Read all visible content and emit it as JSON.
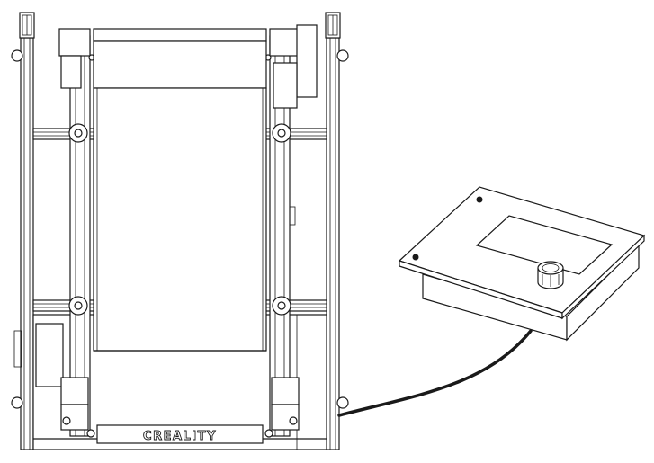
{
  "brand": {
    "logo_text": "CREALITY"
  },
  "colors": {
    "line": "#1a1a1a",
    "background": "#ffffff"
  },
  "components": {
    "printer": "printer-frame",
    "control_box": "control-box",
    "knob": "control-knob",
    "cable": "cable"
  }
}
